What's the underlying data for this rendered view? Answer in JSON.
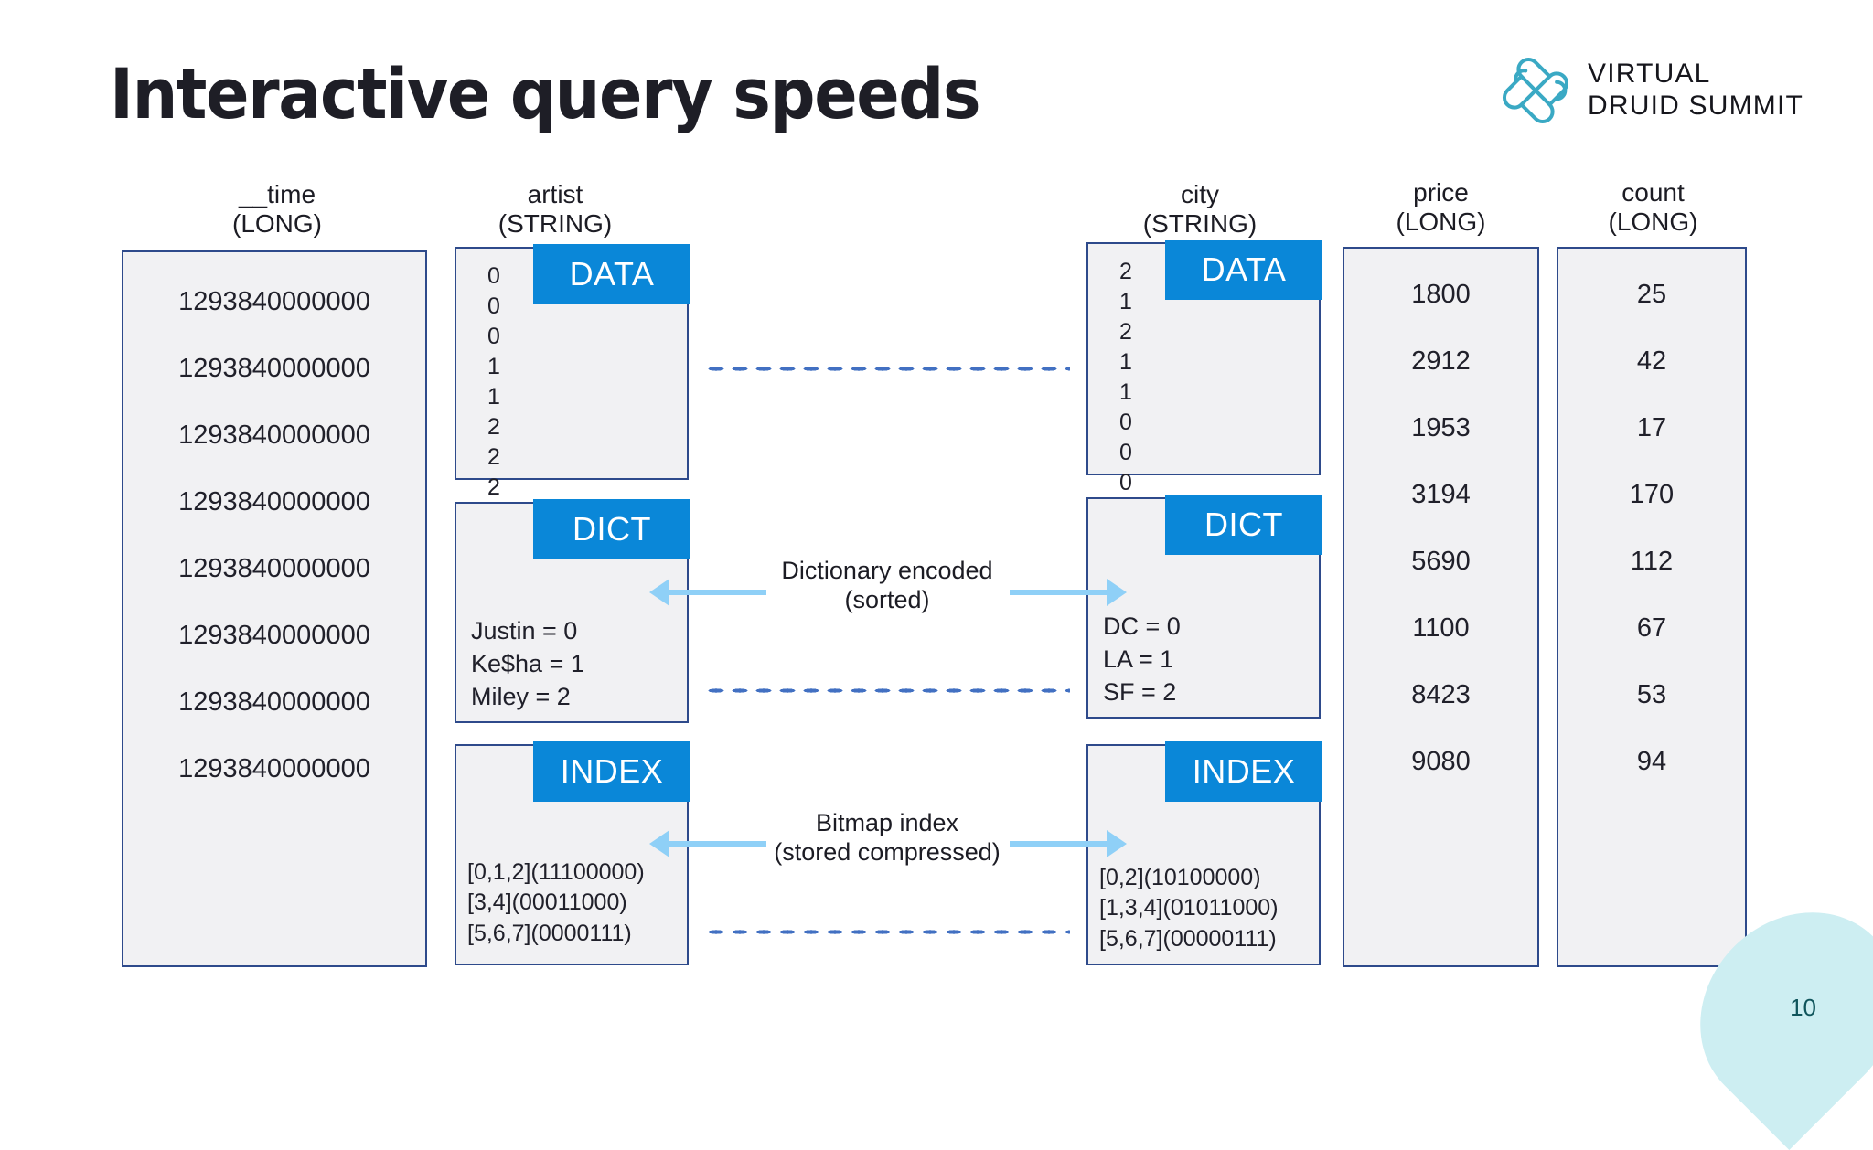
{
  "slide": {
    "title": "Interactive query speeds",
    "page_number": "10"
  },
  "logo": {
    "icon": "interlocking-knot-icon",
    "line1": "VIRTUAL",
    "line2": "DRUID SUMMIT",
    "color": "#3aa9c4"
  },
  "colors": {
    "tag_blue": "#0a87d8",
    "box_border": "#2e4a8b",
    "box_fill": "#f1f1f3",
    "dot_blue": "#4270c2",
    "arrow_blue": "#8fd0f7",
    "blob_teal": "#cdeef2",
    "page_num_teal": "#10555c"
  },
  "columns": [
    {
      "name": "__time",
      "type": "(LONG)"
    },
    {
      "name": "artist",
      "type": "(STRING)"
    },
    {
      "name": "city",
      "type": "(STRING)"
    },
    {
      "name": "price",
      "type": "(LONG)"
    },
    {
      "name": "count",
      "type": "(LONG)"
    }
  ],
  "time_column": {
    "values": [
      "1293840000000",
      "1293840000000",
      "1293840000000",
      "1293840000000",
      "1293840000000",
      "1293840000000",
      "1293840000000",
      "1293840000000"
    ]
  },
  "price_column": {
    "values": [
      "1800",
      "2912",
      "1953",
      "3194",
      "5690",
      "1100",
      "8423",
      "9080"
    ]
  },
  "count_column": {
    "values": [
      "25",
      "42",
      "17",
      "170",
      "112",
      "67",
      "53",
      "94"
    ]
  },
  "artist_segment": {
    "data": {
      "tag": "DATA",
      "values": [
        "0",
        "0",
        "0",
        "1",
        "1",
        "2",
        "2",
        "2"
      ]
    },
    "dict": {
      "tag": "DICT",
      "entries": [
        "Justin = 0",
        "Ke$ha = 1",
        "Miley = 2"
      ]
    },
    "index": {
      "tag": "INDEX",
      "entries": [
        "[0,1,2](11100000)",
        "[3,4](00011000)",
        "[5,6,7](0000111)"
      ]
    }
  },
  "city_segment": {
    "data": {
      "tag": "DATA",
      "values": [
        "2",
        "1",
        "2",
        "1",
        "1",
        "0",
        "0",
        "0"
      ]
    },
    "dict": {
      "tag": "DICT",
      "entries": [
        "DC = 0",
        "LA = 1",
        "SF = 2"
      ]
    },
    "index": {
      "tag": "INDEX",
      "entries": [
        "[0,2](10100000)",
        "[1,3,4](01011000)",
        "[5,6,7](00000111)"
      ]
    }
  },
  "annotations": {
    "dictionary": {
      "line1": "Dictionary encoded",
      "line2": "(sorted)"
    },
    "bitmap": {
      "line1": "Bitmap index",
      "line2": "(stored compressed)"
    }
  }
}
